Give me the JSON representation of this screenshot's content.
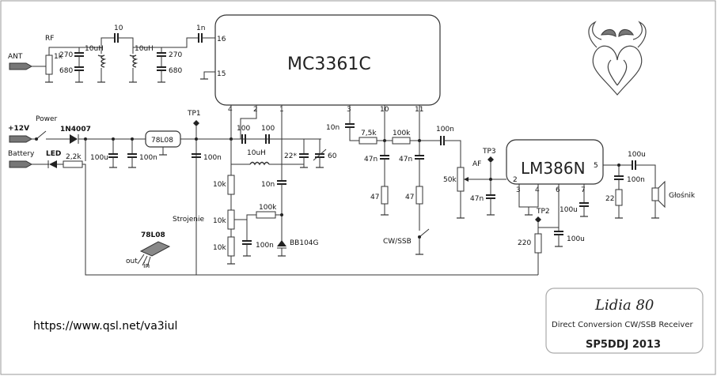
{
  "chips": {
    "mixer": "MC3361C",
    "amp": "LM386N",
    "reg_label": "78L08",
    "reg_pkg_label": "78L08",
    "reg_pin_out": "out",
    "reg_pin_in": "in"
  },
  "pins": {
    "p16": "16",
    "p15": "15",
    "p4": "4",
    "p2": "2",
    "p1": "1",
    "p3": "3",
    "p10": "10",
    "p11": "11",
    "a2": "2",
    "a3": "3",
    "a4": "4",
    "a6": "6",
    "a7": "7",
    "a5": "5"
  },
  "labels": {
    "rf": "RF",
    "ant": "ANT",
    "power": "Power",
    "v12": "+12V",
    "battery": "Battery",
    "led": "LED",
    "diode": "1N4007",
    "tp1": "TP1",
    "tp2": "TP2",
    "tp3": "TP3",
    "af": "AF",
    "strojenie": "Strojenie",
    "cwssb": "CW/SSB",
    "speaker": "Głośnik",
    "varicap": "BB104G"
  },
  "parts": {
    "r1k": "1k",
    "c270a": "270",
    "c680a": "680",
    "l10a": "10uH",
    "c10": "10",
    "l10b": "10uH",
    "c270b": "270",
    "c680b": "680",
    "c1n": "1n",
    "r22k": "2,2k",
    "c100u_a": "100u",
    "c100n_a": "100n",
    "c100n_b": "100n",
    "c100a": "100",
    "c100b": "100",
    "l10c": "10uH",
    "c22": "22*",
    "c60": "60",
    "r10k_a": "10k",
    "c10n_a": "10n",
    "r10k_b": "10k",
    "r100k_a": "100k",
    "r10k_c": "10k",
    "c100n_c": "100n",
    "c10n_b": "10n",
    "r75k": "7,5k",
    "r100k_b": "100k",
    "c47n_a": "47n",
    "c47n_b": "47n",
    "r47_a": "47",
    "r47_b": "47",
    "c100n_d": "100n",
    "p50k": "50k",
    "c47n_c": "47n",
    "c100u_b": "100u",
    "r220": "220",
    "c100u_c": "100u",
    "c100u_d": "100u",
    "c100n_e": "100n",
    "r22": "22"
  },
  "footer": {
    "url": "https://www.qsl.net/va3iul",
    "title": "Lidia 80",
    "subtitle": "Direct Conversion CW/SSB Receiver",
    "author": "SP5DDJ 2013"
  }
}
